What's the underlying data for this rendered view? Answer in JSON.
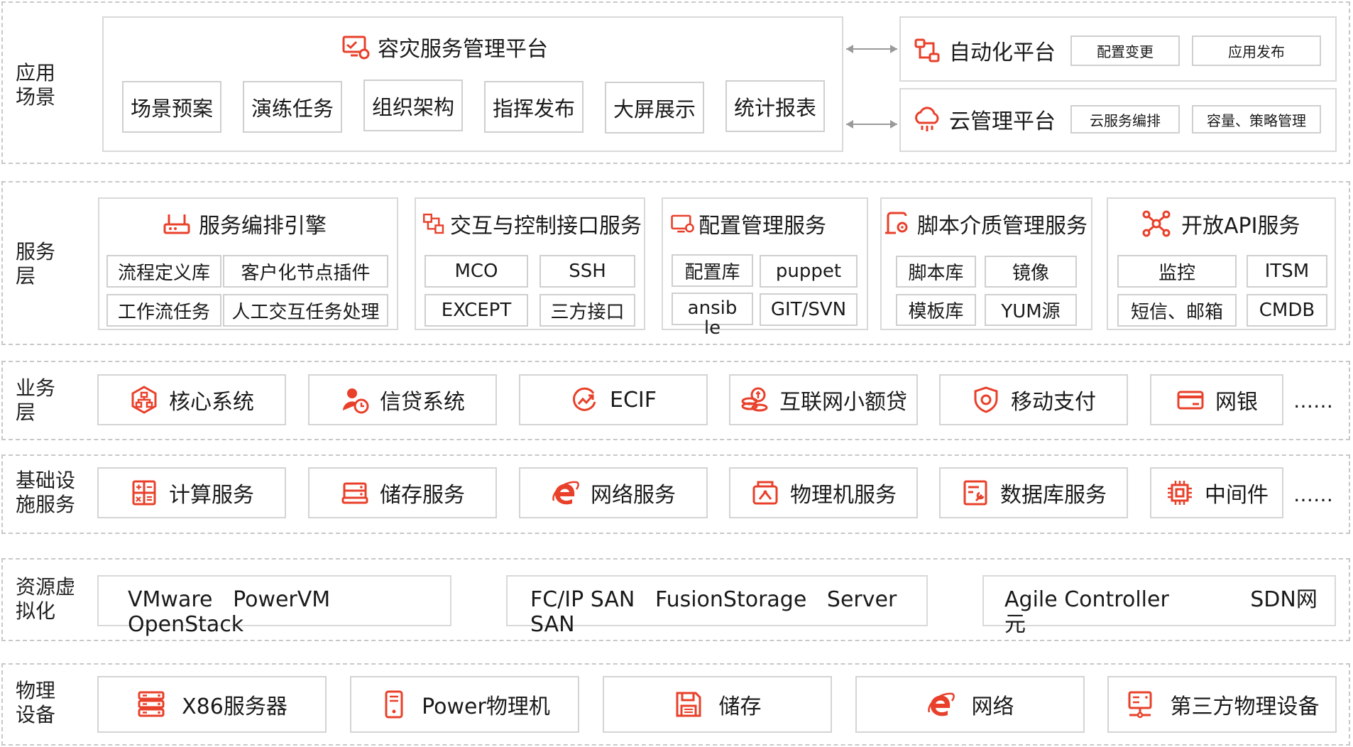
{
  "colors": {
    "accent": "#e8402a",
    "border": "#cfcfcf",
    "dashed": "#c8c8c8"
  },
  "layers": {
    "app": "应用\n场景",
    "service": "服务\n层",
    "business": "业务\n层",
    "infra": "基础设\n施服务",
    "virtual": "资源虚\n拟化",
    "physical": "物理\n设备"
  },
  "app": {
    "dr": {
      "title": "容灾服务管理平台",
      "icon": "monitor-gear-icon",
      "items": [
        "场景预案",
        "演练任务",
        "组织架构",
        "指挥发布",
        "大屏展示",
        "统计报表"
      ]
    },
    "auto": {
      "title": "自动化平台",
      "icon": "flow-icon",
      "items": [
        "配置变更",
        "应用发布"
      ]
    },
    "cloud": {
      "title": "云管理平台",
      "icon": "cloud-icon",
      "items": [
        "云服务编排",
        "容量、策略管理"
      ]
    }
  },
  "service": [
    {
      "title": "服务编排引擎",
      "icon": "router-icon",
      "items": [
        "流程定义库",
        "客户化节点插件",
        "工作流任务",
        "人工交互任务处理"
      ]
    },
    {
      "title": "交互与控制接口服务",
      "icon": "interface-icon",
      "items": [
        "MCO",
        "SSH",
        "EXCEPT",
        "三方接口"
      ]
    },
    {
      "title": "配置管理服务",
      "icon": "monitor-config-icon",
      "items": [
        "配置库",
        "puppet",
        "ansible",
        "GIT/SVN"
      ]
    },
    {
      "title": "脚本介质管理服务",
      "icon": "script-gear-icon",
      "items": [
        "脚本库",
        "镜像",
        "模板库",
        "YUM源"
      ]
    },
    {
      "title": "开放API服务",
      "icon": "network-nodes-icon",
      "items": [
        "监控",
        "ITSM",
        "短信、邮箱",
        "CMDB"
      ]
    }
  ],
  "business": {
    "items": [
      {
        "label": "核心系统",
        "icon": "hierarchy-icon"
      },
      {
        "label": "信贷系统",
        "icon": "user-clock-icon"
      },
      {
        "label": "ECIF",
        "icon": "trend-icon"
      },
      {
        "label": "互联网小额贷",
        "icon": "coins-icon"
      },
      {
        "label": "移动支付",
        "icon": "shield-icon"
      },
      {
        "label": "网银",
        "icon": "card-icon"
      }
    ],
    "more": "……"
  },
  "infra": {
    "items": [
      {
        "label": "计算服务",
        "icon": "calculator-icon"
      },
      {
        "label": "储存服务",
        "icon": "storage-icon"
      },
      {
        "label": "网络服务",
        "icon": "ie-icon"
      },
      {
        "label": "物理机服务",
        "icon": "machine-icon"
      },
      {
        "label": "数据库服务",
        "icon": "database-tool-icon"
      },
      {
        "label": "中间件",
        "icon": "chip-icon"
      }
    ],
    "more": "……"
  },
  "virtual": {
    "items": [
      "VMware   PowerVM\nOpenStack",
      "FC/IP SAN   FusionStorage   Server\nSAN",
      "Agile Controller            SDN网\n元"
    ]
  },
  "physical": {
    "items": [
      {
        "label": "X86服务器",
        "icon": "server-rack-icon"
      },
      {
        "label": "Power物理机",
        "icon": "tower-icon"
      },
      {
        "label": "储存",
        "icon": "floppy-icon"
      },
      {
        "label": "网络",
        "icon": "ie-icon"
      },
      {
        "label": "第三方物理设备",
        "icon": "device-icon"
      }
    ]
  }
}
